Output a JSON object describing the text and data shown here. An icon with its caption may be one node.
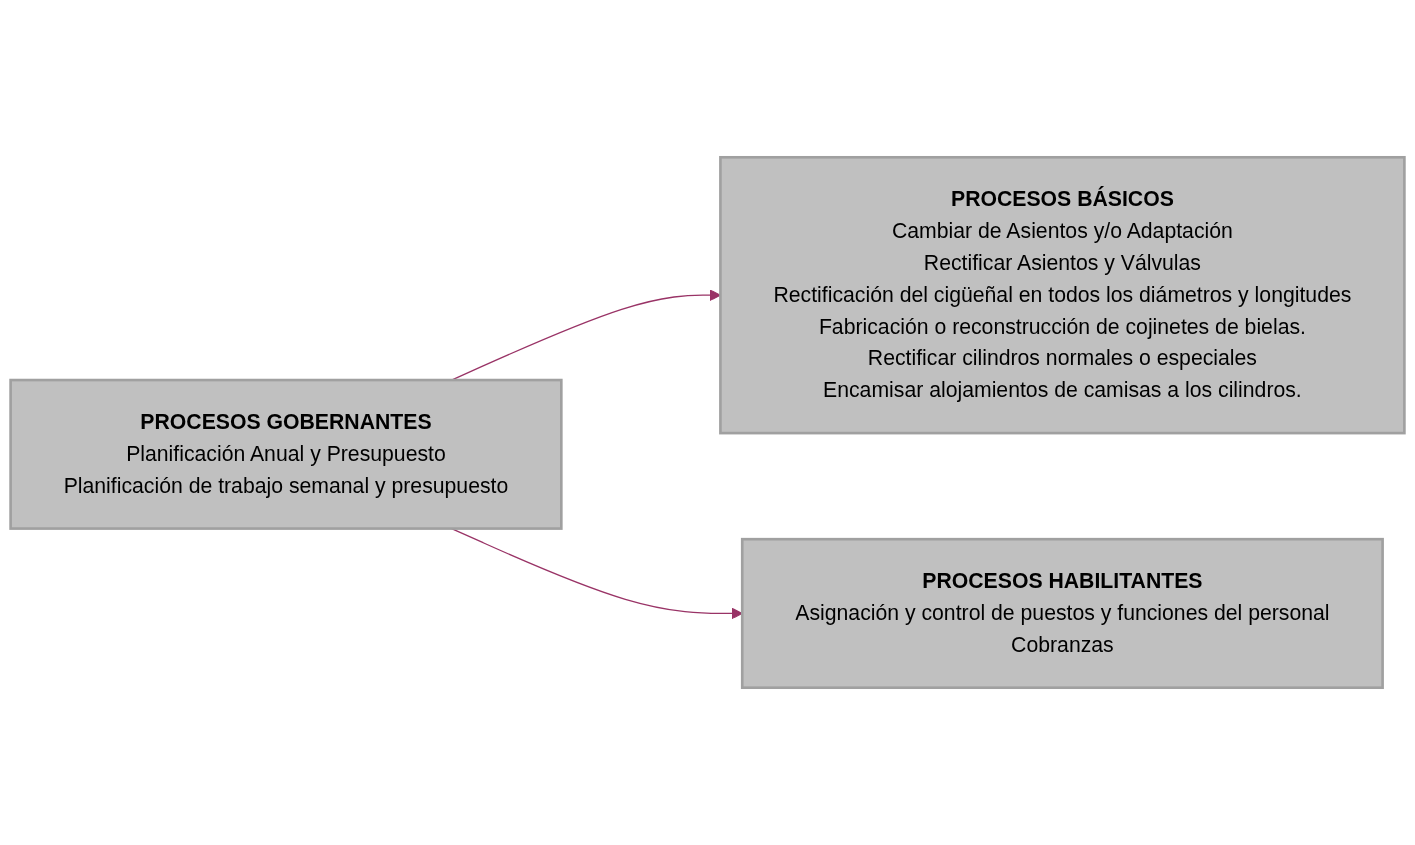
{
  "diagram": {
    "nodes": [
      {
        "text": [
          "PROCESOS GOBERNANTES",
          "Planificación Anual y Presupuesto",
          "Planificación de trabajo semanal y presupuesto"
        ]
      },
      {
        "text": [
          "PROCESOS BÁSICOS",
          "Cambiar de Asientos y/o Adaptación",
          "Rectificar Asientos y Válvulas",
          "Rectificación del cigüeñal en todos los diámetros y longitudes",
          "Fabricación o reconstrucción de cojinetes de bielas.",
          "Rectificar cilindros normales o especiales",
          "Encamisar alojamientos de camisas a los cilindros."
        ]
      },
      {
        "text": [
          "PROCESOS HABILITANTES",
          "Asignación y control de puestos y funciones del personal",
          "Cobranzas"
        ]
      }
    ],
    "edges": [
      {
        "from": 0,
        "to": 1,
        "arrow": "to"
      },
      {
        "from": 0,
        "to": 2,
        "arrow": "to"
      }
    ]
  }
}
